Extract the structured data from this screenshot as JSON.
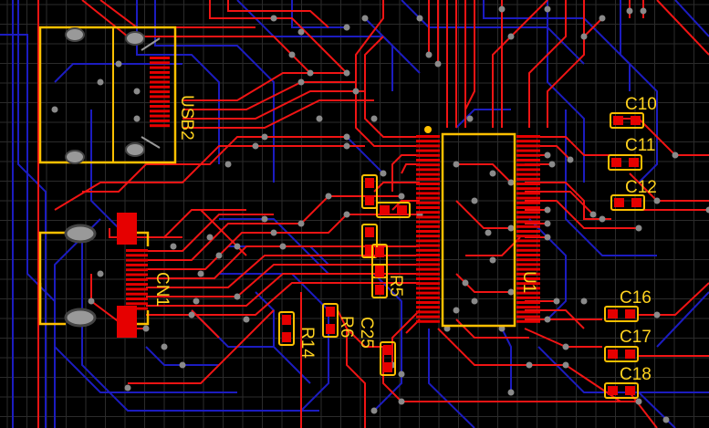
{
  "view": {
    "colors": {
      "background": "#000000",
      "grid": "#2a2a2a",
      "top_copper": "#ff1a1a",
      "bottom_copper": "#1a1ab8",
      "silkscreen": "#ffc000",
      "via": "#8a8a8a",
      "pad": "#e60000"
    }
  },
  "components": {
    "usb2": "USB2",
    "cn1": "CN1",
    "u1": "U1",
    "c10": "C10",
    "c11": "C11",
    "c12": "C12",
    "c16": "C16",
    "c17": "C17",
    "c18": "C18",
    "r5": "R5",
    "r6": "R6",
    "r14": "R14",
    "c25": "C25"
  }
}
